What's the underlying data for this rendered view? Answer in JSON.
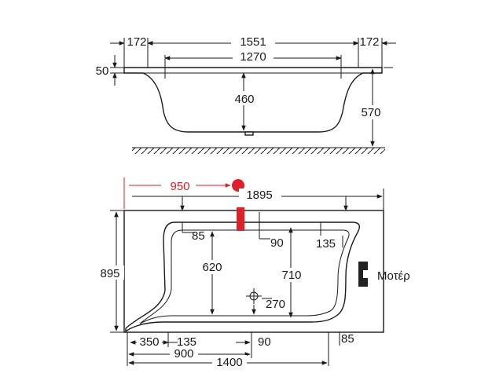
{
  "side_view": {
    "dims": {
      "rim_left": "172",
      "overall_length": "1551",
      "rim_right": "172",
      "inner_length": "1270",
      "rim_height": "50",
      "depth": "460",
      "total_height": "570"
    }
  },
  "top_view": {
    "dims": {
      "drain_offset": "950",
      "overall_length": "1895",
      "overall_width": "895",
      "corner_top": "85",
      "wall_a": "90",
      "wall_b": "135",
      "inner_width_left": "620",
      "inner_width_right": "710",
      "drain_pos": "270",
      "b_350": "350",
      "b_135": "135",
      "b_90": "90",
      "b_85": "85",
      "b_900": "900",
      "b_1400": "1400"
    },
    "motor_label": "Μοτέρ"
  },
  "colors": {
    "line": "#1a1a1a",
    "highlight": "#e01f26",
    "motor": "#222222"
  }
}
